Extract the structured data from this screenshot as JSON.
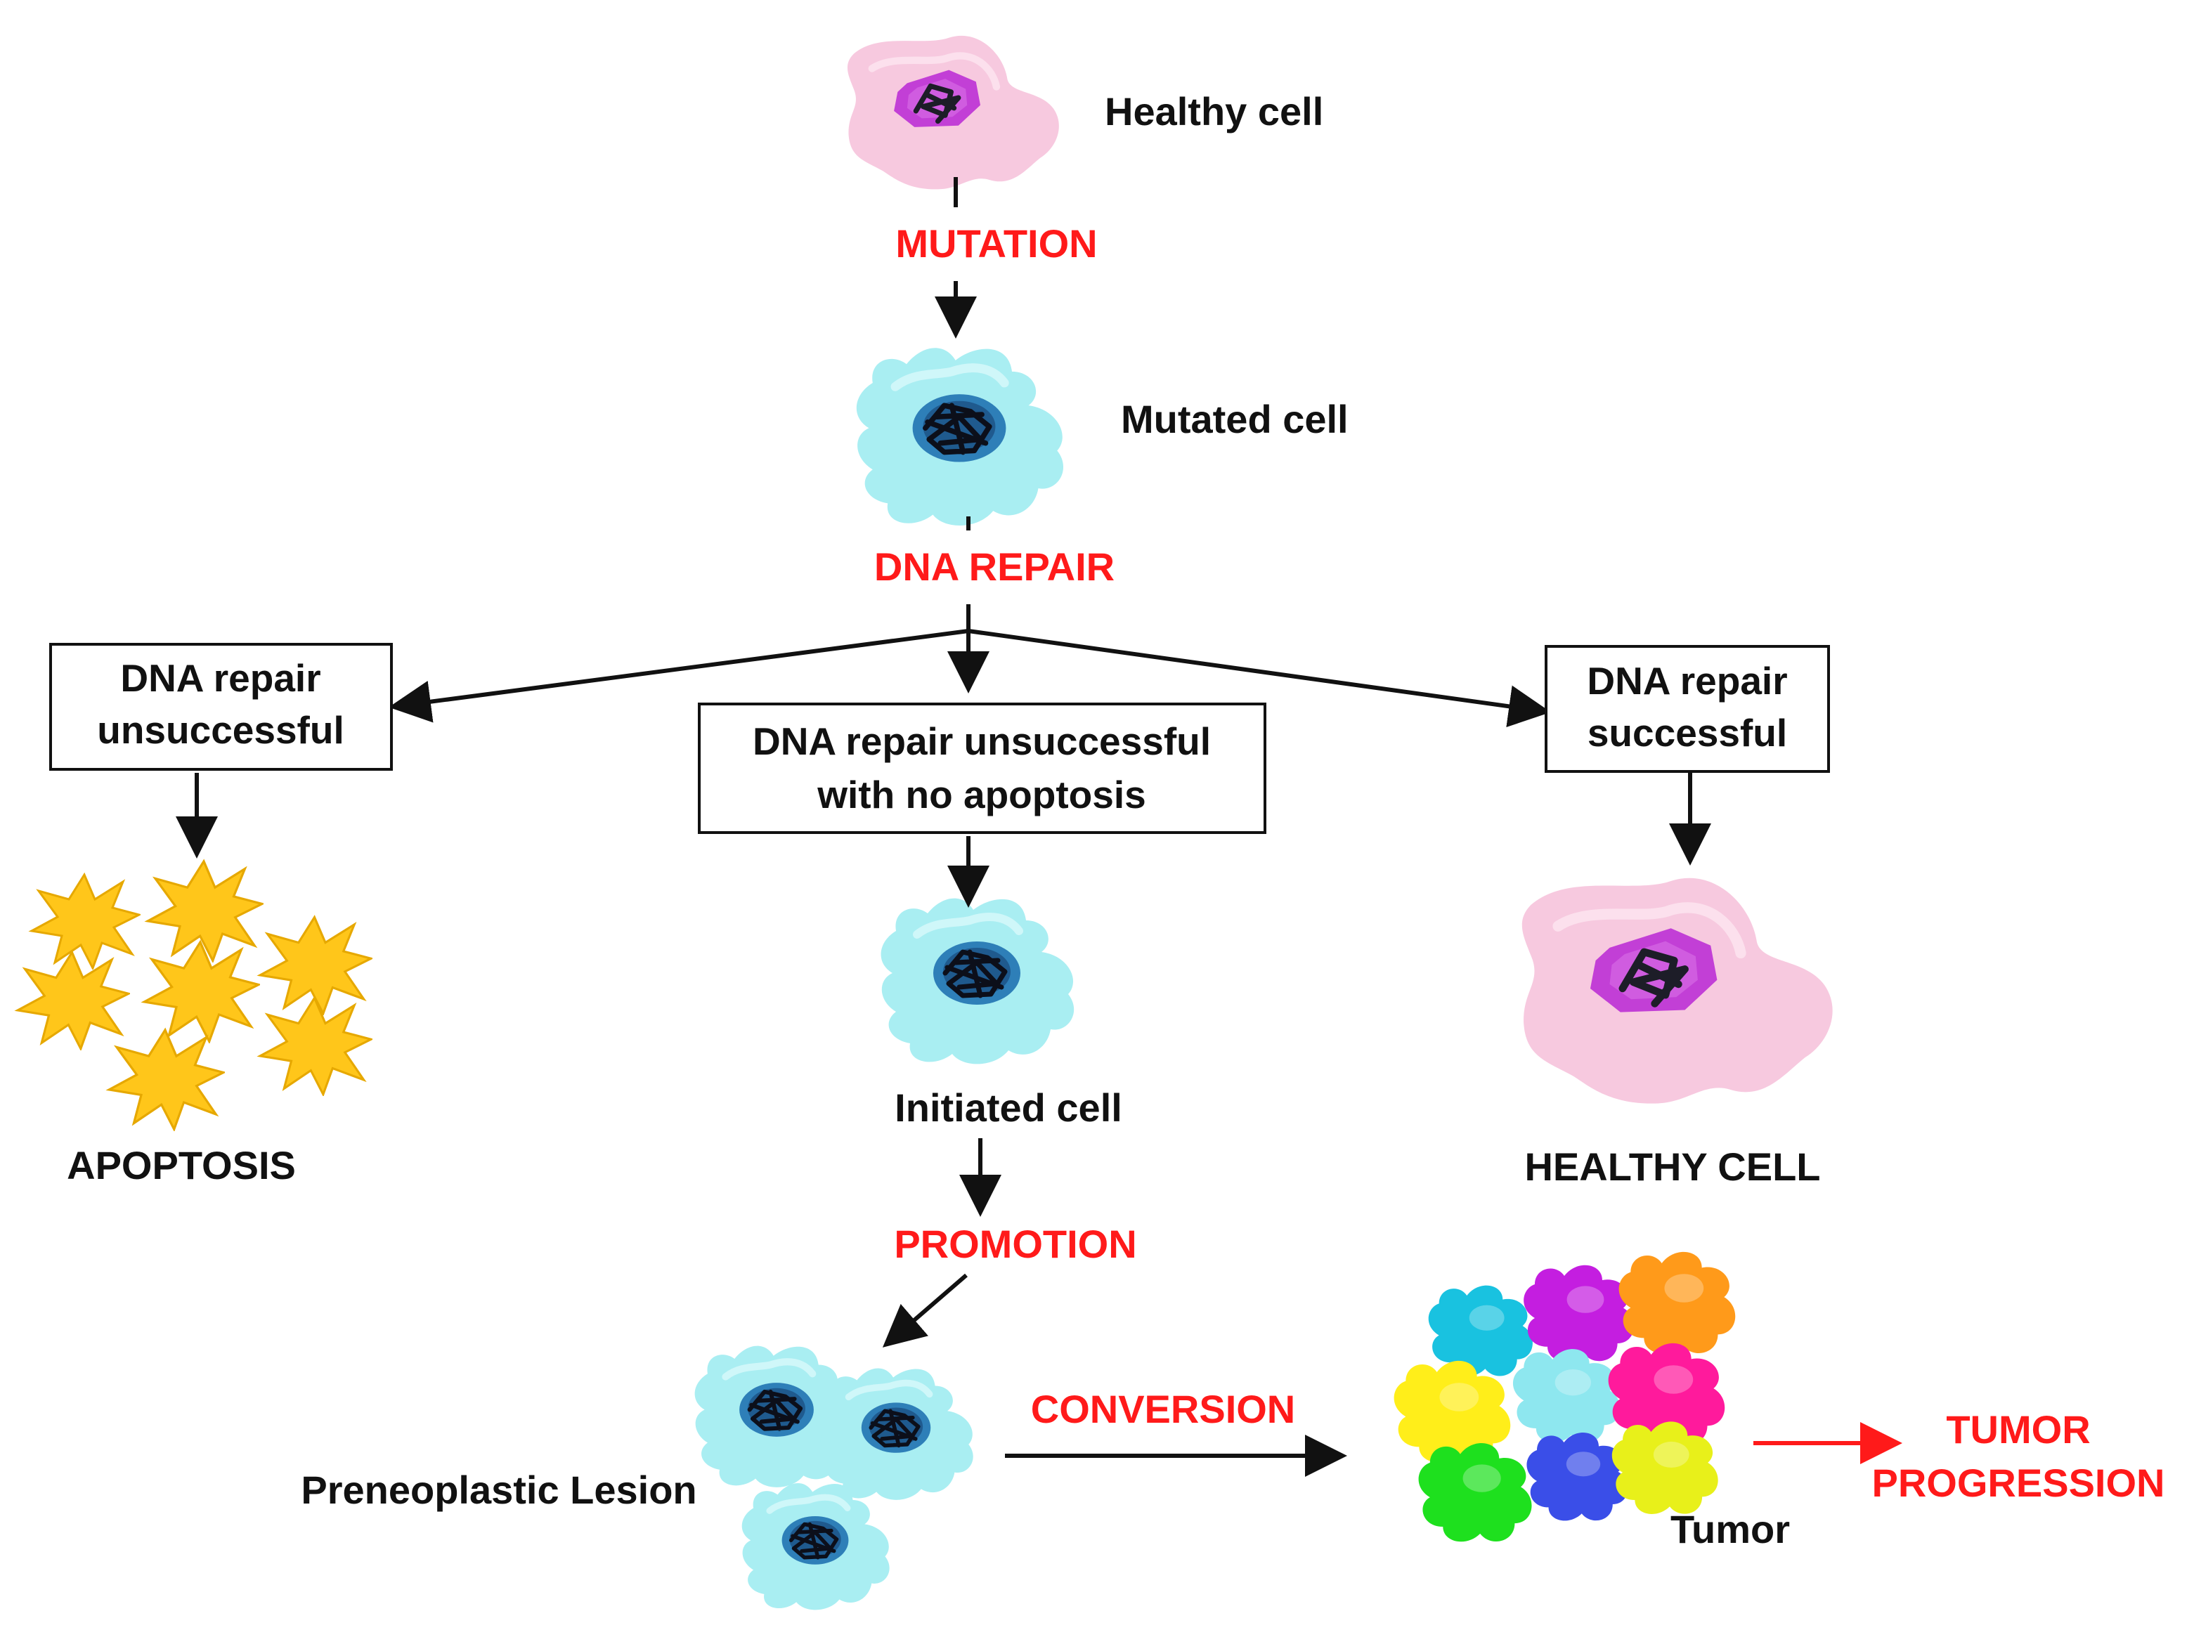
{
  "labels": {
    "healthy_cell_top": "Healthy cell",
    "mutation": "MUTATION",
    "mutated_cell": "Mutated cell",
    "dna_repair": "DNA REPAIR",
    "box_left_line1": "DNA repair",
    "box_left_line2": "unsuccessful",
    "box_center_line1": "DNA repair unsuccessful",
    "box_center_line2": "with no apoptosis",
    "box_right_line1": "DNA repair",
    "box_right_line2": "successful",
    "apoptosis": "APOPTOSIS",
    "initiated_cell": "Initiated cell",
    "healthy_cell_bottom": "HEALTHY CELL",
    "promotion": "PROMOTION",
    "conversion": "CONVERSION",
    "preneoplastic_lesion": "Preneoplastic Lesion",
    "tumor": "Tumor",
    "tumor_progression_line1": "TUMOR",
    "tumor_progression_line2": "PROGRESSION"
  },
  "colors": {
    "healthy_cytoplasm": "#f7c9df",
    "healthy_nucleus": "#c23fd6",
    "mutated_cytoplasm": "#a9eef2",
    "mutated_nucleus": "#2e7fb8",
    "apoptotic_body": "#ffc61a",
    "stage_label": "#ff1a1a",
    "text": "#111111",
    "tumor_cells": [
      "#19c2e0",
      "#c41ee0",
      "#ff9a1a",
      "#ffee1a",
      "#8ee7ef",
      "#ff1a9c",
      "#1ee01e",
      "#3a4ee8",
      "#e8f01a"
    ]
  }
}
